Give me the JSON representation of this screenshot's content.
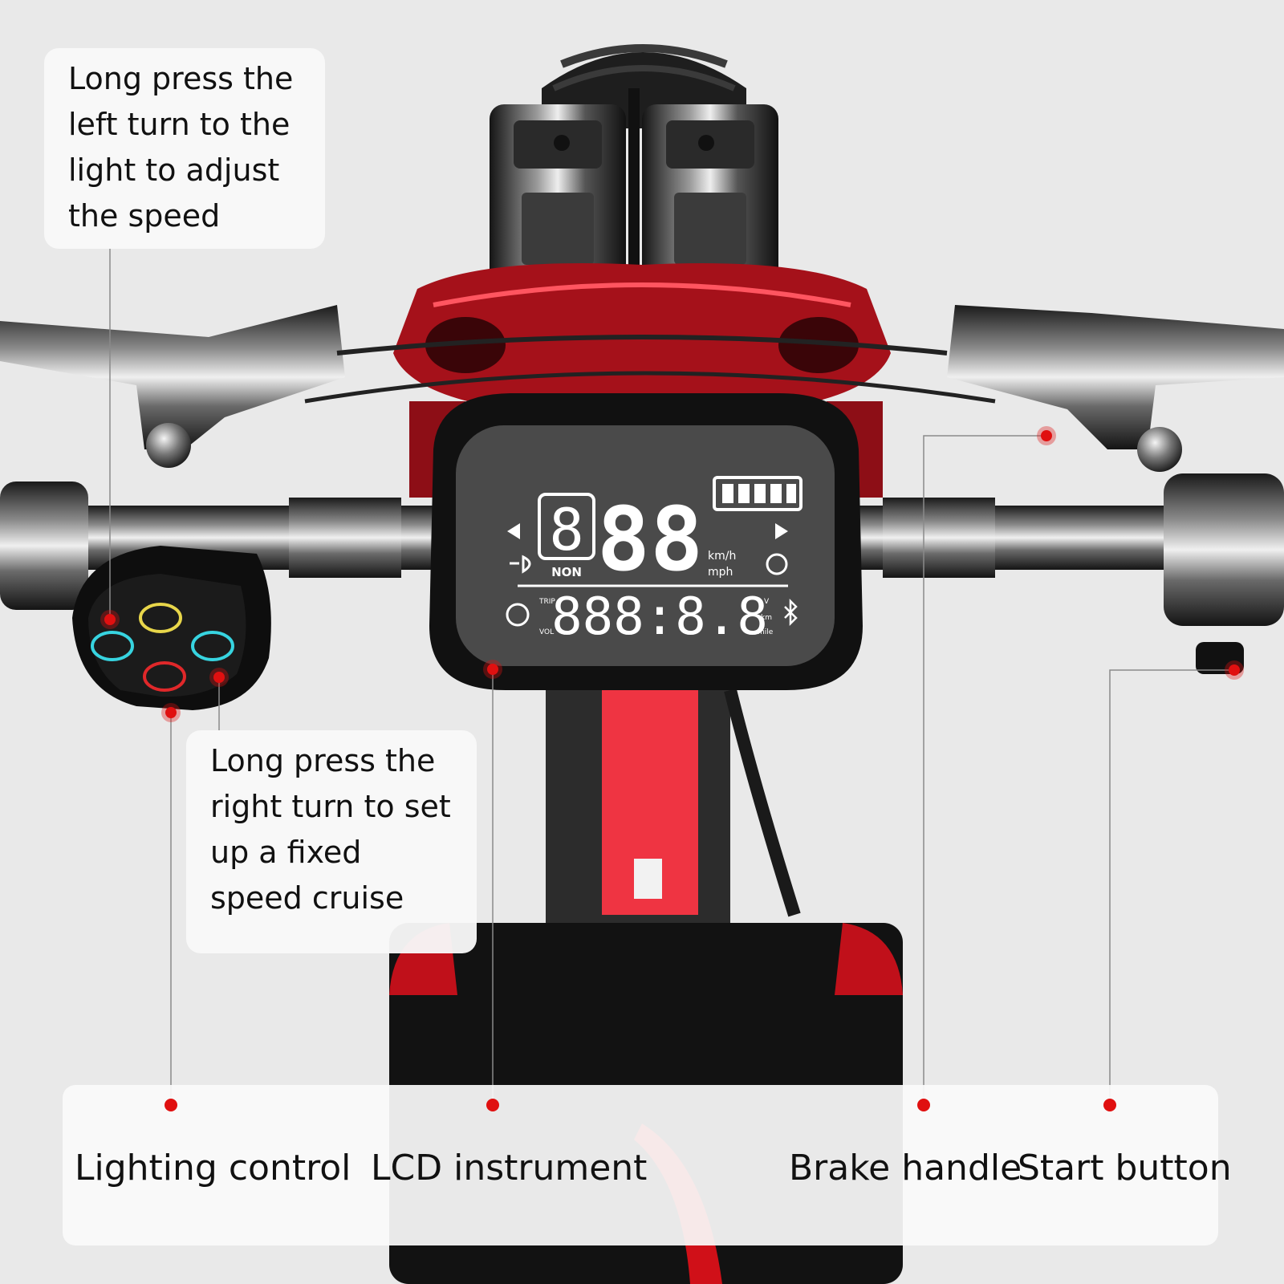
{
  "callouts": {
    "left_turn": [
      "Long press the",
      "left turn to the",
      "light to adjust",
      "the speed"
    ],
    "right_turn": [
      "Long press the",
      "right turn to set",
      "up a fixed",
      "speed cruise"
    ]
  },
  "labels": {
    "lighting": "Lighting control",
    "lcd": "LCD instrument",
    "brake": "Brake handle",
    "start": "Start button"
  },
  "display": {
    "speed": "88",
    "gear": "8",
    "odometer": "888:8.8",
    "speed_units_1": "km/h",
    "speed_units_2": "mph",
    "mode": "NON",
    "trip": "TRIP",
    "vol": "VOL",
    "odo_unit_km": "km",
    "odo_unit_mile": "mile",
    "v": "V"
  },
  "colors": {
    "accent_red": "#e01010",
    "frame_red": "#b0121c",
    "lcd_bg": "#4a4a4a"
  },
  "icons": [
    "left-arrow-icon",
    "right-arrow-icon",
    "headlight-icon",
    "speedometer-icon",
    "warning-icon",
    "bluetooth-icon",
    "battery-icon",
    "horn-icon"
  ]
}
